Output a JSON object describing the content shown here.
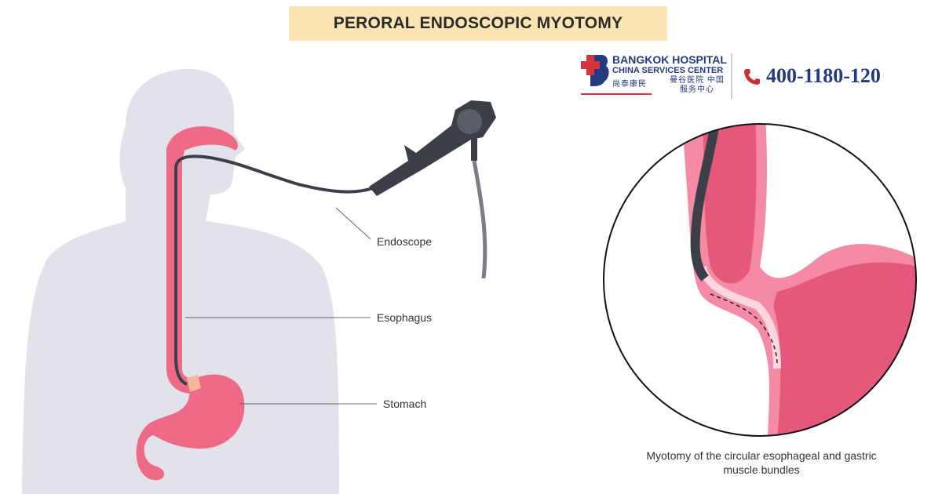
{
  "title": "PERORAL ENDOSCOPIC MYOTOMY",
  "brand": {
    "name_line1": "BANGKOK HOSPITAL",
    "name_line2": "CHINA SERVICES CENTER",
    "chinese_left": "尚泰康民",
    "chinese_right": "曼谷医院 中国服务中心",
    "phone": "400-1180-120",
    "phone_icon": "phone-icon",
    "colors": {
      "navy": "#243a80",
      "red": "#d8323a"
    }
  },
  "labels": {
    "endoscope": "Endoscope",
    "esophagus": "Esophagus",
    "stomach": "Stomach"
  },
  "detail_caption": "Myotomy of the circular esophageal and gastric muscle bundles",
  "colors": {
    "silhouette": "#e2e2ea",
    "organ": "#ee6a87",
    "organ_dark": "#e4587c",
    "scope": "#3d3f48",
    "title_bg": "#fbe5b3"
  }
}
